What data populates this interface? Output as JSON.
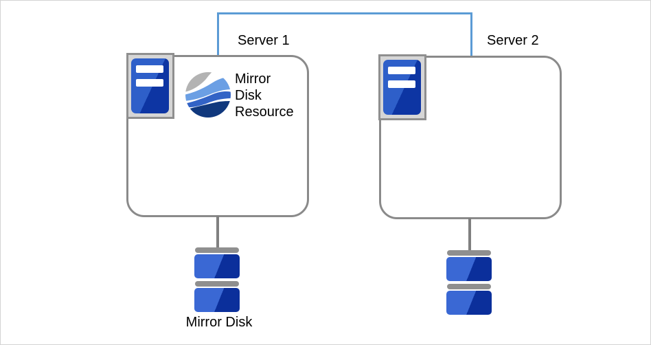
{
  "diagram": {
    "servers": [
      {
        "label": "Server 1"
      },
      {
        "label": "Server 2"
      }
    ],
    "resource": {
      "lines": [
        "Mirror",
        "Disk",
        "Resource"
      ]
    },
    "disk_label": "Mirror Disk",
    "icons": {
      "server1_icon": "server-tower-icon",
      "server2_icon": "server-tower-icon",
      "resource_icon": "cluster-sphere-icon",
      "disk1_icon": "mirror-disk-stack-icon",
      "disk2_icon": "mirror-disk-stack-icon"
    },
    "colors": {
      "frame_border": "#d3d3d3",
      "connector_blue": "#5b9bd5",
      "box_border": "#8a8a8a",
      "stem_gray": "#808080",
      "plate_fill": "#d6d6d6",
      "plate_border": "#8f8f8f",
      "tower_blue_light": "#2e5fc9",
      "tower_blue_dark": "#0d35a3",
      "bar_white": "#ffffff",
      "disk_gray": "#8f8f8f",
      "disk_blue_light": "#3a68d4",
      "disk_blue_dark": "#0b2f9b",
      "logo_gray": "#b3b3b3",
      "logo_blue_light": "#6b9fe4",
      "logo_blue_mid": "#3263c6",
      "logo_blue_dark": "#10387d",
      "text_color": "#000000"
    }
  }
}
